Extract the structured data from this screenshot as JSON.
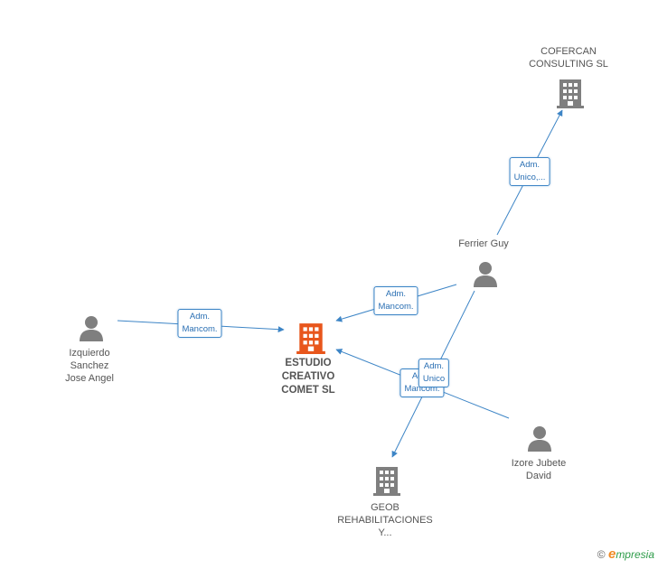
{
  "colors": {
    "edge": "#3d85c6",
    "company": "#7f7f7f",
    "main_company": "#e8561c",
    "person": "#7f7f7f"
  },
  "nodes": {
    "cofercan": {
      "lines": [
        "COFERCAN",
        "CONSULTING SL"
      ],
      "icon": "building-icon"
    },
    "ferrier": {
      "lines": [
        "Ferrier Guy"
      ],
      "icon": "person-icon"
    },
    "estudio": {
      "lines": [
        "ESTUDIO",
        "CREATIVO",
        "COMET SL"
      ],
      "icon": "building-icon"
    },
    "izquierdo": {
      "lines": [
        "Izquierdo",
        "Sanchez",
        "Jose Angel"
      ],
      "icon": "person-icon"
    },
    "izore": {
      "lines": [
        "Izore Jubete",
        "David"
      ],
      "icon": "person-icon"
    },
    "geob": {
      "lines": [
        "GEOB",
        "REHABILITACIONES",
        "Y..."
      ],
      "icon": "building-icon"
    }
  },
  "edges": {
    "ferrier_cofercan": [
      "Adm.",
      "Unico,..."
    ],
    "ferrier_estudio": [
      "Adm.",
      "Mancom."
    ],
    "izquierdo_estudio": [
      "Adm.",
      "Mancom."
    ],
    "izore_estudio": [
      "Adm.",
      "Mancom."
    ],
    "ferrier_geob": [
      "Adm.",
      "Unico"
    ]
  },
  "footer": {
    "copyright": "©",
    "brand_e": "e",
    "brand_rest": "mpresia"
  }
}
